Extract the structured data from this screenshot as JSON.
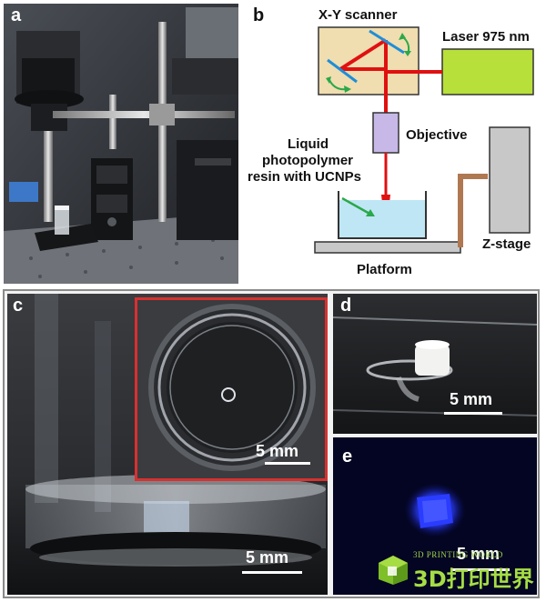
{
  "panels": {
    "a": {
      "label": "a"
    },
    "b": {
      "label": "b",
      "scanner_label": "X-Y scanner",
      "laser_label": "Laser 975 nm",
      "objective_label": "Objective",
      "resin_label_line1": "Liquid",
      "resin_label_line2": "photopolymer",
      "resin_label_line3": "resin with UCNPs",
      "zstage_label": "Z-stage",
      "platform_label": "Platform"
    },
    "c": {
      "label": "c",
      "scale_main": "5 mm",
      "scale_inset": "5 mm"
    },
    "d": {
      "label": "d",
      "scale": "5 mm"
    },
    "e": {
      "label": "e",
      "scale": "5 mm"
    }
  },
  "watermark": {
    "small_text": "3D PRINTING WORLD",
    "main_text": "3D打印世界"
  },
  "colors": {
    "laser_beam": "#e01010",
    "laser_box": "#b8e03a",
    "scanner_box": "#f0ddb0",
    "objective": "#c8b8e8",
    "resin": "#bfe6f5",
    "stage": "#c8c8c8",
    "inset_border": "#d83030",
    "fluorescence": "#2a3cff",
    "arrow_green": "#2aa84a"
  }
}
